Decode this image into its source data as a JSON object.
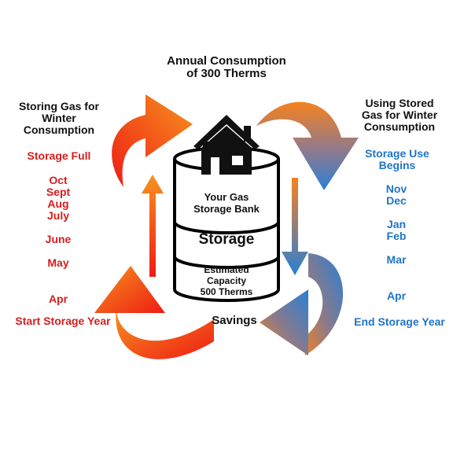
{
  "title": {
    "line1": "Annual Consumption",
    "line2": "of 300 Therms"
  },
  "left": {
    "header": [
      "Storing Gas for",
      "Winter",
      "Consumption"
    ],
    "storage_full": "Storage Full",
    "months": [
      "Oct",
      "Sept",
      "Aug",
      "July",
      "June",
      "May",
      "Apr"
    ],
    "start": "Start Storage Year"
  },
  "right": {
    "header": [
      "Using Stored",
      "Gas for Winter",
      "Consumption"
    ],
    "use_begins": [
      "Storage Use",
      "Begins"
    ],
    "months": [
      "Nov",
      "Dec",
      "Jan",
      "Feb",
      "Mar",
      "Apr"
    ],
    "end": "End Storage Year"
  },
  "tank": {
    "bank": [
      "Your Gas",
      "Storage Bank"
    ],
    "storage": "Storage",
    "capacity": [
      "Estimated",
      "Capacity",
      "500 Therms"
    ]
  },
  "savings": "Savings",
  "colors": {
    "red_text": "#d81c1c",
    "blue_text": "#1e74c8",
    "fill_orange": "#f58220",
    "fill_red": "#ee2a1b",
    "fill_blue": "#2d7fd0"
  }
}
